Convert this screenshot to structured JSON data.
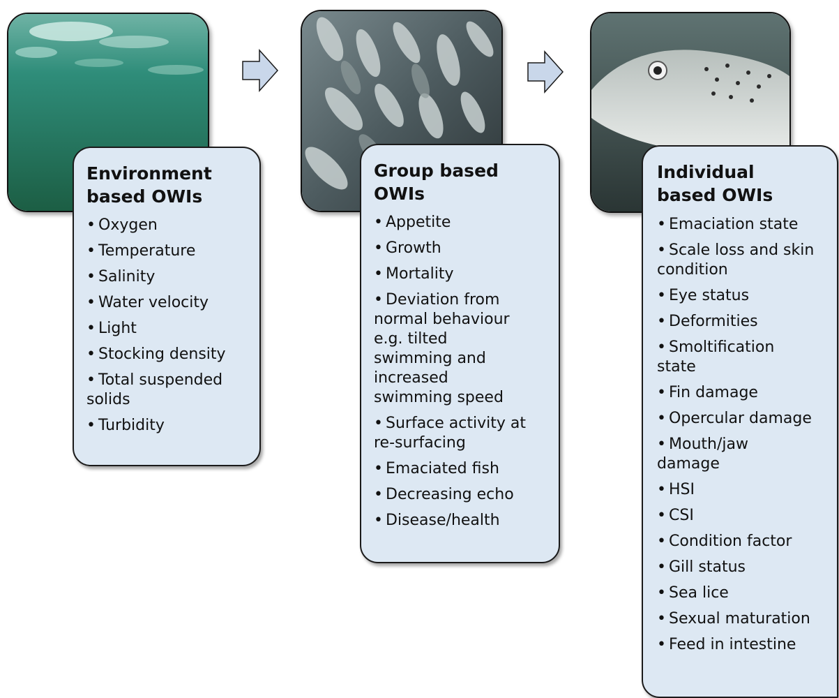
{
  "arrows": [
    "right-arrow-1",
    "right-arrow-2"
  ],
  "photos": [
    {
      "name": "water-photo",
      "description": "underwater-teal"
    },
    {
      "name": "fish-school-photo",
      "description": "school-of-salmon"
    },
    {
      "name": "salmon-closeup-photo",
      "description": "salmon-head"
    }
  ],
  "cards": {
    "environment": {
      "title": "Environment based OWIs",
      "items": [
        "Oxygen",
        "Temperature",
        "Salinity",
        "Water velocity",
        "Light",
        "Stocking density",
        "Total suspended solids",
        "Turbidity"
      ]
    },
    "group": {
      "title": "Group based OWIs",
      "items": [
        "Appetite",
        "Growth",
        "Mortality",
        "Deviation from normal  behaviour e.g. tilted swimming and increased swimming speed",
        "Surface activity at re-surfacing",
        "Emaciated fish",
        "Decreasing echo",
        "Disease/health"
      ]
    },
    "individual": {
      "title": "Individual based OWIs",
      "items": [
        "Emaciation state",
        "Scale loss and skin condition",
        "Eye status",
        "Deformities",
        "Smoltification state",
        "Fin damage",
        "Opercular damage",
        "Mouth/jaw damage",
        "HSI",
        "CSI",
        "Condition factor",
        "Gill status",
        "Sea lice",
        "Sexual maturation",
        "Feed in intestine"
      ]
    }
  },
  "colors": {
    "card_fill": "#dde8f3",
    "arrow_fill": "#c9d7ea",
    "arrow_stroke": "#1a1a1a"
  }
}
